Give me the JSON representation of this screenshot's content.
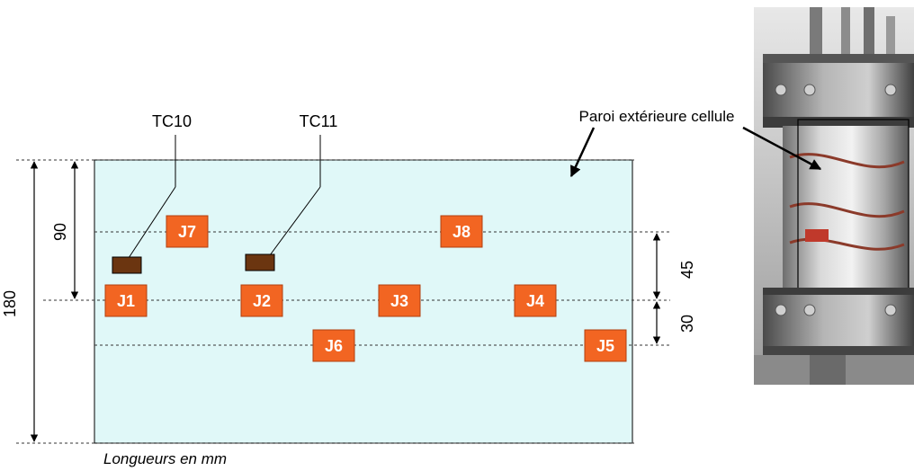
{
  "diagram": {
    "thermocouples": [
      {
        "id": "tc10",
        "label": "TC10"
      },
      {
        "id": "tc11",
        "label": "TC11"
      }
    ],
    "gauges": [
      {
        "id": "j1",
        "label": "J1"
      },
      {
        "id": "j2",
        "label": "J2"
      },
      {
        "id": "j3",
        "label": "J3"
      },
      {
        "id": "j4",
        "label": "J4"
      },
      {
        "id": "j5",
        "label": "J5"
      },
      {
        "id": "j6",
        "label": "J6"
      },
      {
        "id": "j7",
        "label": "J7"
      },
      {
        "id": "j8",
        "label": "J8"
      }
    ],
    "dimensions": {
      "total_height": "180",
      "upper_half": "90",
      "j8_to_j1": "45",
      "j1_to_j5": "30"
    },
    "wall_label": "Paroi extérieure cellule",
    "units_caption": "Longueurs en mm",
    "colors": {
      "cell_fill": "#e0f8f8",
      "gauge_fill": "#f26522",
      "thermocouple_fill": "#6b3510"
    }
  }
}
